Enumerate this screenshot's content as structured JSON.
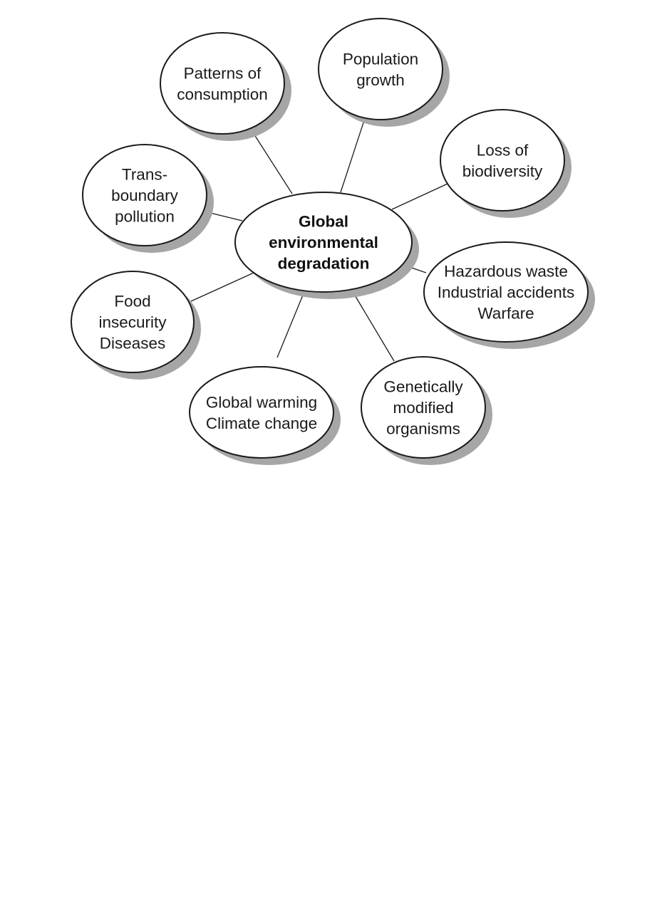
{
  "diagram": {
    "center": {
      "lines": [
        "Global",
        "environmental",
        "degradation"
      ]
    },
    "nodes": [
      {
        "id": "patterns-of-consumption",
        "lines": [
          "Patterns of",
          "consumption"
        ]
      },
      {
        "id": "population-growth",
        "lines": [
          "Population",
          "growth"
        ]
      },
      {
        "id": "loss-of-biodiversity",
        "lines": [
          "Loss of",
          "biodiversity"
        ]
      },
      {
        "id": "hazardous-waste",
        "lines": [
          "Hazardous waste",
          "Industrial accidents",
          "Warfare"
        ]
      },
      {
        "id": "genetically-modified-organisms",
        "lines": [
          "Genetically",
          "modified",
          "organisms"
        ]
      },
      {
        "id": "global-warming",
        "lines": [
          "Global warming",
          "Climate change"
        ]
      },
      {
        "id": "food-insecurity",
        "lines": [
          "Food",
          "insecurity",
          "Diseases"
        ]
      },
      {
        "id": "transboundary-pollution",
        "lines": [
          "Trans-",
          "boundary",
          "pollution"
        ]
      }
    ]
  }
}
